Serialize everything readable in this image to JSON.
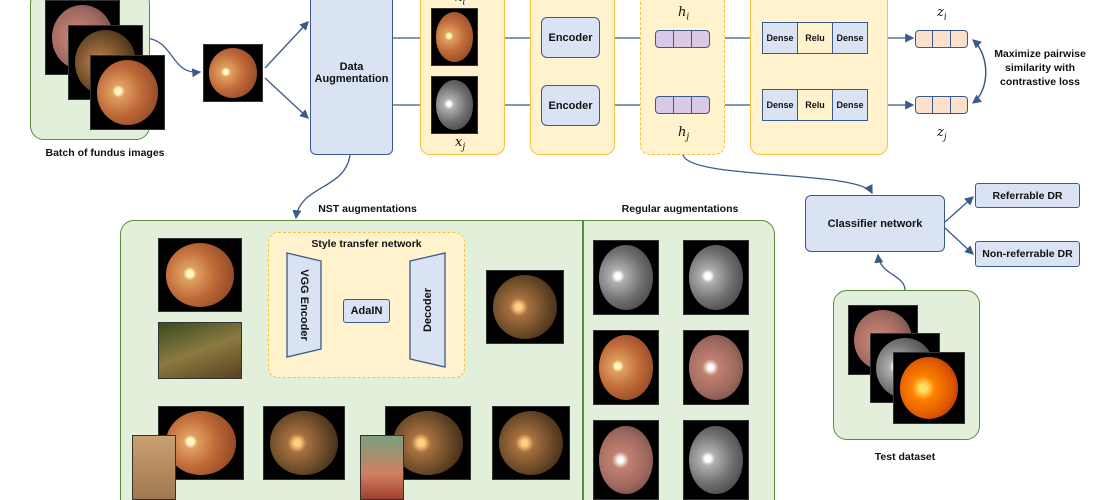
{
  "top": {
    "batch_label": "Batch of fundus images",
    "data_augmentation": "Data Augmentation",
    "x_i": "x_i",
    "x_j": "x_j",
    "encoder_label": "Encoder",
    "h_i": "h_i",
    "h_j": "h_j",
    "projection_layers": [
      "Dense",
      "Relu",
      "Dense"
    ],
    "z_i": "z_i",
    "z_j": "z_j",
    "contrastive_text": "Maximize pairwise similarity with contrastive loss"
  },
  "classifier": {
    "label": "Classifier network",
    "outputs": [
      "Referrable DR",
      "Non-referrable DR"
    ],
    "test_dataset": "Test dataset"
  },
  "nst": {
    "title": "NST augmentations",
    "style_network": "Style transfer network",
    "vgg_encoder": "VGG Encoder",
    "adain": "AdaIN",
    "decoder": "Decoder"
  },
  "regular": {
    "title": "Regular augmentations"
  },
  "colors": {
    "green_panel": "#e2efda",
    "yellow_panel": "#fff2cc",
    "blue_box": "#dae3f3",
    "vector": "#d9c8e6",
    "z_vector": "#fbe0cc",
    "line": "#3b5a8a"
  }
}
